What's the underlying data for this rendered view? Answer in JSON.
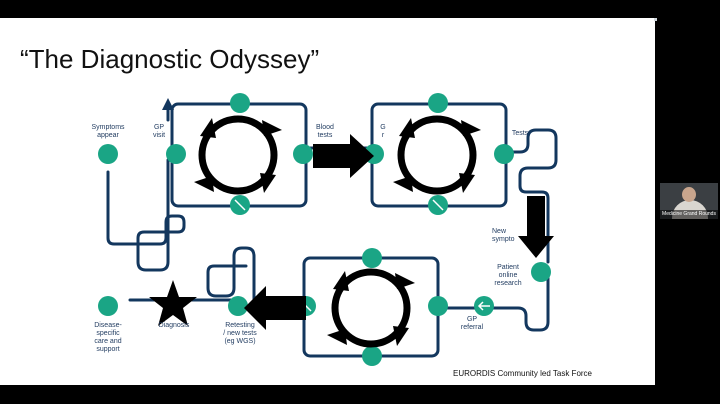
{
  "slide": {
    "title": "“The Diagnostic Odyssey”",
    "credit": "EURORDIS Community led Task Force"
  },
  "steps": {
    "symptoms": "Symptoms\nappear",
    "gp_visit": "GP\nvisit",
    "blood_tests": "Blood\ntests",
    "g_r": "G\nr",
    "tests": "Tests",
    "new_symptoms": "New\nsympto",
    "patient_research": "Patient\nonline\nresearch",
    "gp_referral": "GP\nreferral",
    "retesting": "Retesting\n/ new tests\n(eg WGS)",
    "diagnosis": "Diagnosis",
    "care": "Disease-\nspecific\ncare and\nsupport"
  },
  "colors": {
    "path": "#13375e",
    "icon": "#1aa585",
    "arrow": "#000000"
  },
  "video": {
    "name": "Medicine Grand Rounds"
  }
}
